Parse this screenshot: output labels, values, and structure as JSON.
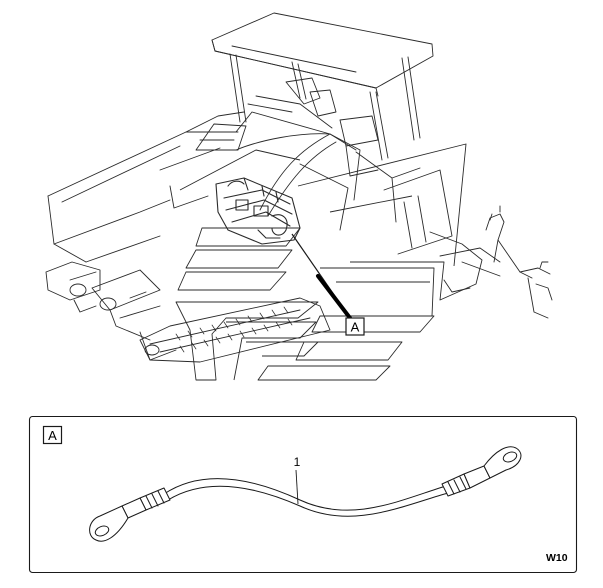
{
  "callouts": {
    "top_label": "A",
    "detail_label": "A"
  },
  "detail": {
    "part_number": "1"
  },
  "footer": {
    "drawing_code": "W10"
  }
}
